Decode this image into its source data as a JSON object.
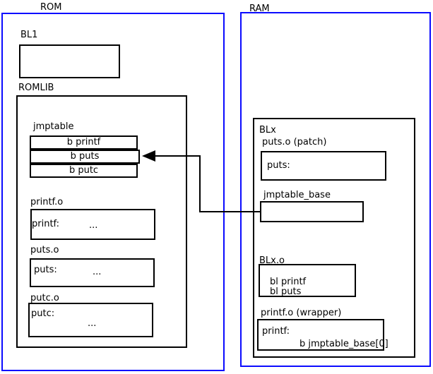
{
  "colors": {
    "frame_blue": "#0b0bff",
    "line_black": "#000000",
    "background": "#ffffff"
  },
  "rom": {
    "title": "ROM",
    "bl1": {
      "label": "BL1"
    },
    "romlib": {
      "label": "ROMLIB",
      "jmptable": {
        "label": "jmptable",
        "rows": [
          "b printf",
          "b puts",
          "b putc"
        ]
      },
      "printf_o": {
        "label": "printf.o",
        "entry": "printf:",
        "more": "..."
      },
      "puts_o": {
        "label": "puts.o",
        "entry": "puts:",
        "more": "..."
      },
      "putc_o": {
        "label": "putc.o",
        "entry": "putc:",
        "more": "..."
      }
    }
  },
  "ram": {
    "title": "RAM",
    "blx": {
      "label": "BLx",
      "puts_patch": {
        "label": "puts.o (patch)",
        "entry": "puts:"
      },
      "jmptable_base": {
        "label": "jmptable_base"
      },
      "blx_o": {
        "label": "BLx.o",
        "line1": "bl printf",
        "line2": "bl puts"
      },
      "printf_wrapper": {
        "label": "printf.o (wrapper)",
        "entry": "printf:",
        "branch": "b jmptable_base[0]"
      }
    }
  },
  "arrow": {
    "from": "jmptable_base",
    "to": "jmptable row b puts"
  }
}
